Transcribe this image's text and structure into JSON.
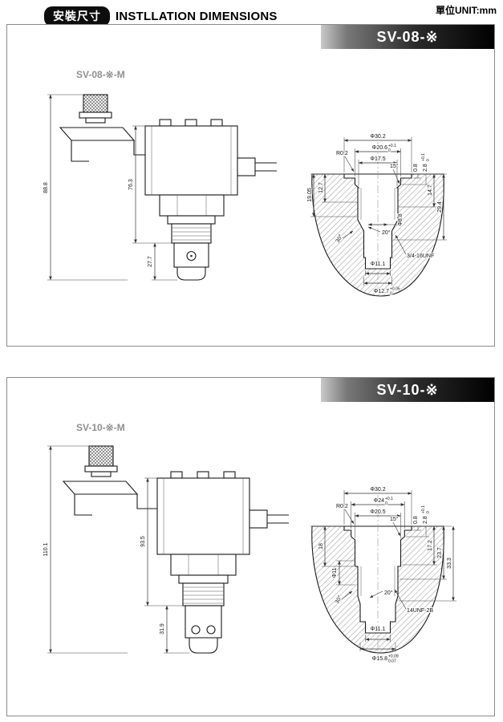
{
  "unit_label": "單位UNIT:mm",
  "header": {
    "badge": "安裝尺寸",
    "title": "INSTLLATION DIMENSIONS"
  },
  "colors": {
    "banner_dark": "#000000",
    "badge_bg": "#0d0d0d",
    "model_label_gray": "#8f8f8f"
  },
  "panel1": {
    "banner": "SV-08-※",
    "model": "SV-08-※-M",
    "dims": {
      "overall": "88.8",
      "coil": "76.3",
      "cart": "27.7",
      "dia302": "Φ30.2",
      "dia206": "Φ20.6",
      "dia206_tu": "+0.1",
      "dia206_tl": "0",
      "dia175": "Φ17.5",
      "r02": "R0.2",
      "a15": "15°",
      "d08": "0.8",
      "d28": "2.8",
      "d28_tu": "+0.1",
      "d28_tl": "0",
      "d127": "12.7",
      "d1905": "19.05",
      "d147": "14.7",
      "d294": "29.4",
      "dia88": "Φ8.8",
      "a20": "20°",
      "a30": "30°",
      "thread": "3/4-16UNF",
      "dia111": "Φ11.1",
      "dia127": "Φ12.7",
      "dia127_tu": "+0.05",
      "dia127_tl": "0"
    }
  },
  "panel2": {
    "banner": "SV-10-※",
    "model": "SV-10-※-M",
    "dims": {
      "overall": "110.1",
      "coil": "93.5",
      "cart": "31.9",
      "dia302": "Φ30.2",
      "dia24": "Φ24",
      "dia24_tu": "+0.1",
      "dia24_tl": "0",
      "dia205": "Φ20.5",
      "r02": "R0.2",
      "a15": "15°",
      "d08": "0.8",
      "d28": "2.8",
      "d28_tu": "+0.1",
      "d28_tl": "0",
      "d18": "18",
      "dia11": "Φ11",
      "d172": "17.2",
      "d237": "23.7",
      "d333": "33.3",
      "a20": "20°",
      "a30": "30°",
      "thread": "14UNF-2B",
      "dia111": "Φ11.1",
      "dia158": "Φ15.8",
      "dia158_tu": "+0.09",
      "dia158_tl": "0.07"
    }
  }
}
